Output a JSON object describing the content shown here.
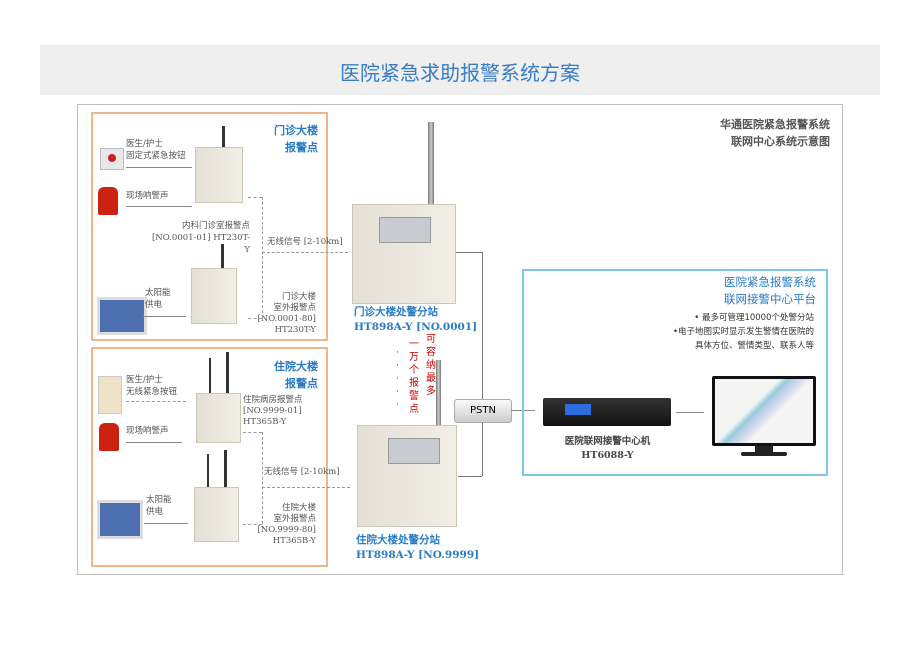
{
  "title": "医院紧急求助报警系统方案",
  "diagram_title": [
    "华通医院紧急报警系统",
    "联网中心系统示意图"
  ],
  "outpatient": {
    "heading": [
      "门诊大楼",
      "报警点"
    ],
    "button_label": [
      "医生/护士",
      "固定式紧急按钮"
    ],
    "siren_label": "现场响警声",
    "point1": [
      "内科门诊室报警点",
      "[NO.0001-01] HT230T-Y"
    ],
    "solar_label": [
      "太阳能",
      "供电"
    ],
    "point2": [
      "门诊大楼",
      "室外报警点",
      "[NO.0001-80]",
      "HT230T-Y"
    ],
    "wireless": "无线信号 [2-10km]"
  },
  "inpatient": {
    "heading": [
      "住院大楼",
      "报警点"
    ],
    "button_label": [
      "医生/护士",
      "无线紧急按钮"
    ],
    "siren_label": "现场响警声",
    "point1": [
      "住院病房报警点",
      "[NO.9999-01]",
      "HT365B-Y"
    ],
    "solar_label": [
      "太阳能",
      "供电"
    ],
    "point2": [
      "住院大楼",
      "室外报警点",
      "[NO.9999-80]",
      "HT365B-Y"
    ],
    "wireless": "无线信号 [2-10km]"
  },
  "station1": [
    "门诊大楼处警分站",
    "HT898A-Y [NO.0001]"
  ],
  "station2": [
    "住院大楼处警分站",
    "HT898A-Y [NO.9999]"
  ],
  "capacity": [
    "可容纳最多",
    "一万个报警点"
  ],
  "pstn": "PSTN",
  "center": {
    "heading": [
      "医院紧急报警系统",
      "联网接警中心平台"
    ],
    "bullets": [
      "• 最多可管理10000个处警分站",
      "•电子地图实时显示发生警情在医院的",
      "具体方位、警情类型、联系人等"
    ],
    "device": [
      "医院联网接警中心机",
      "HT6088-Y"
    ]
  }
}
